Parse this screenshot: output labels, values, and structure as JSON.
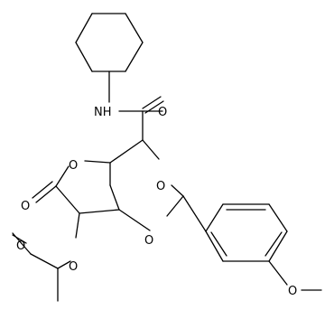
{
  "molecule": {
    "atom_labels": {
      "amide_nh": "NH",
      "amide_o": "O",
      "ring_o_top": "O",
      "ring_o_bottom": "O",
      "lactone_ring_o": "O",
      "lactone_carbonyl_o": "O",
      "acetoxy_o": "O",
      "acetyl_carbonyl_o": "O",
      "methoxy_o": "O"
    }
  }
}
